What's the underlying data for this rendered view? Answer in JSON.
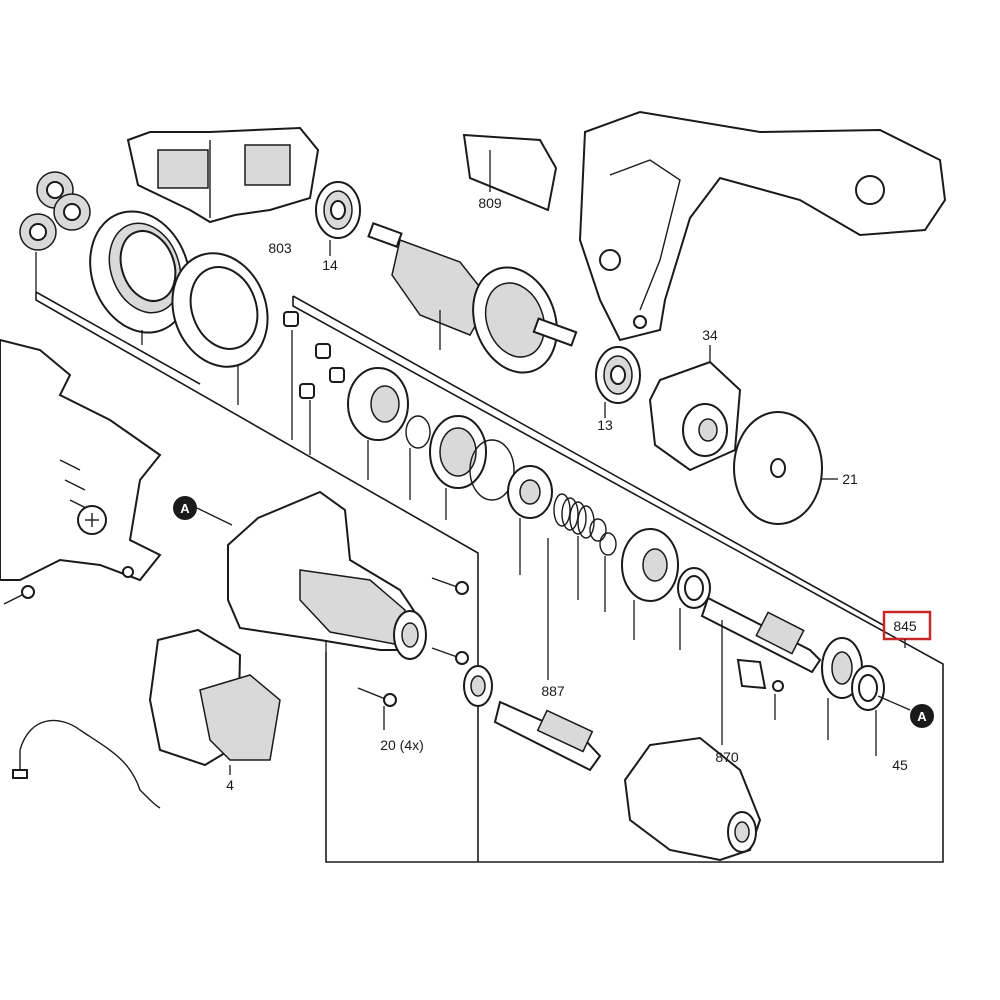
{
  "labels": {
    "p809": "809",
    "p803": "803",
    "p14": "14",
    "p34": "34",
    "p13": "13",
    "p21": "21",
    "p845": "845",
    "p887": "887",
    "p870": "870",
    "p20": "20 (4x)",
    "p4": "4",
    "p45": "45"
  },
  "callouts": {
    "a_left": "A",
    "a_right": "A"
  },
  "highlight": {
    "color": "#c62828"
  }
}
